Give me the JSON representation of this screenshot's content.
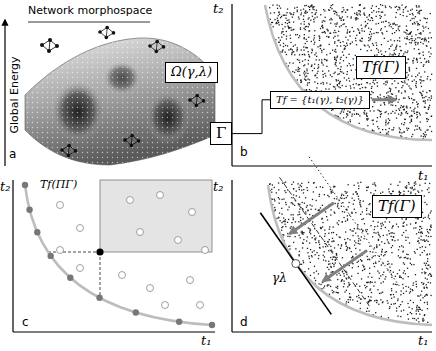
{
  "diagram": {
    "nodes": [
      {
        "text": [
          "Ω(γ,λ)"
        ]
      },
      {
        "text": [
          "Tf(Γ)"
        ]
      },
      {
        "text": [
          "Tf = {t₁(γ), t₂(γ)}"
        ]
      },
      {
        "text": [
          "Γ"
        ]
      },
      {
        "text": [
          "Tf(Γ)"
        ]
      }
    ],
    "edges": [
      {
        "from": 3,
        "to": 2,
        "arrow": "none"
      }
    ],
    "labels": [
      "Network morphospace",
      "Global Energy",
      "a",
      "t₂",
      "t₁",
      "b",
      "c",
      "t₂",
      "t₁",
      "Tf(ΠΓ)",
      "d",
      "t₂",
      "t₁",
      "γλ"
    ]
  }
}
